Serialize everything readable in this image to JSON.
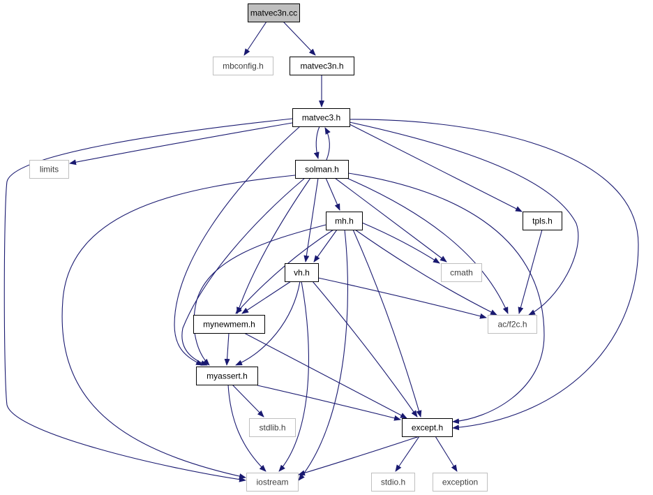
{
  "colors": {
    "edge": "#191970",
    "root_fill": "#bfbfbf",
    "node_stroke": "#000000",
    "external_stroke": "#bfbfbf",
    "node_text": "#000000",
    "external_text": "#404040"
  },
  "nodes": [
    {
      "id": "matvec3n_cc",
      "label": "matvec3n.cc",
      "kind": "root"
    },
    {
      "id": "mbconfig_h",
      "label": "mbconfig.h",
      "kind": "external"
    },
    {
      "id": "matvec3n_h",
      "label": "matvec3n.h",
      "kind": "internal"
    },
    {
      "id": "matvec3_h",
      "label": "matvec3.h",
      "kind": "internal"
    },
    {
      "id": "limits",
      "label": "limits",
      "kind": "external"
    },
    {
      "id": "solman_h",
      "label": "solman.h",
      "kind": "internal"
    },
    {
      "id": "tpls_h",
      "label": "tpls.h",
      "kind": "internal"
    },
    {
      "id": "mh_h",
      "label": "mh.h",
      "kind": "internal"
    },
    {
      "id": "cmath",
      "label": "cmath",
      "kind": "external"
    },
    {
      "id": "vh_h",
      "label": "vh.h",
      "kind": "internal"
    },
    {
      "id": "ac_f2c_h",
      "label": "ac/f2c.h",
      "kind": "external"
    },
    {
      "id": "mynewmem_h",
      "label": "mynewmem.h",
      "kind": "internal"
    },
    {
      "id": "myassert_h",
      "label": "myassert.h",
      "kind": "internal"
    },
    {
      "id": "stdlib_h",
      "label": "stdlib.h",
      "kind": "external"
    },
    {
      "id": "except_h",
      "label": "except.h",
      "kind": "internal"
    },
    {
      "id": "iostream",
      "label": "iostream",
      "kind": "external"
    },
    {
      "id": "stdio_h",
      "label": "stdio.h",
      "kind": "external"
    },
    {
      "id": "exception",
      "label": "exception",
      "kind": "external"
    }
  ],
  "edges": [
    {
      "from": "matvec3n_cc",
      "to": "mbconfig_h"
    },
    {
      "from": "matvec3n_cc",
      "to": "matvec3n_h"
    },
    {
      "from": "matvec3n_h",
      "to": "matvec3_h"
    },
    {
      "from": "matvec3_h",
      "to": "limits"
    },
    {
      "from": "matvec3_h",
      "to": "solman_h"
    },
    {
      "from": "solman_h",
      "to": "matvec3_h"
    },
    {
      "from": "matvec3_h",
      "to": "tpls_h"
    },
    {
      "from": "matvec3_h",
      "to": "ac_f2c_h"
    },
    {
      "from": "matvec3_h",
      "to": "except_h"
    },
    {
      "from": "matvec3_h",
      "to": "myassert_h"
    },
    {
      "from": "matvec3_h",
      "to": "iostream"
    },
    {
      "from": "solman_h",
      "to": "mh_h"
    },
    {
      "from": "solman_h",
      "to": "cmath"
    },
    {
      "from": "solman_h",
      "to": "vh_h"
    },
    {
      "from": "solman_h",
      "to": "ac_f2c_h"
    },
    {
      "from": "solman_h",
      "to": "mynewmem_h"
    },
    {
      "from": "solman_h",
      "to": "myassert_h"
    },
    {
      "from": "solman_h",
      "to": "except_h"
    },
    {
      "from": "solman_h",
      "to": "iostream"
    },
    {
      "from": "tpls_h",
      "to": "ac_f2c_h"
    },
    {
      "from": "mh_h",
      "to": "cmath"
    },
    {
      "from": "mh_h",
      "to": "vh_h"
    },
    {
      "from": "mh_h",
      "to": "ac_f2c_h"
    },
    {
      "from": "mh_h",
      "to": "mynewmem_h"
    },
    {
      "from": "mh_h",
      "to": "myassert_h"
    },
    {
      "from": "mh_h",
      "to": "except_h"
    },
    {
      "from": "mh_h",
      "to": "iostream"
    },
    {
      "from": "vh_h",
      "to": "ac_f2c_h"
    },
    {
      "from": "vh_h",
      "to": "mynewmem_h"
    },
    {
      "from": "vh_h",
      "to": "myassert_h"
    },
    {
      "from": "vh_h",
      "to": "except_h"
    },
    {
      "from": "vh_h",
      "to": "iostream"
    },
    {
      "from": "mynewmem_h",
      "to": "myassert_h"
    },
    {
      "from": "mynewmem_h",
      "to": "except_h"
    },
    {
      "from": "myassert_h",
      "to": "stdlib_h"
    },
    {
      "from": "myassert_h",
      "to": "except_h"
    },
    {
      "from": "myassert_h",
      "to": "iostream"
    },
    {
      "from": "except_h",
      "to": "iostream"
    },
    {
      "from": "except_h",
      "to": "stdio_h"
    },
    {
      "from": "except_h",
      "to": "exception"
    }
  ]
}
